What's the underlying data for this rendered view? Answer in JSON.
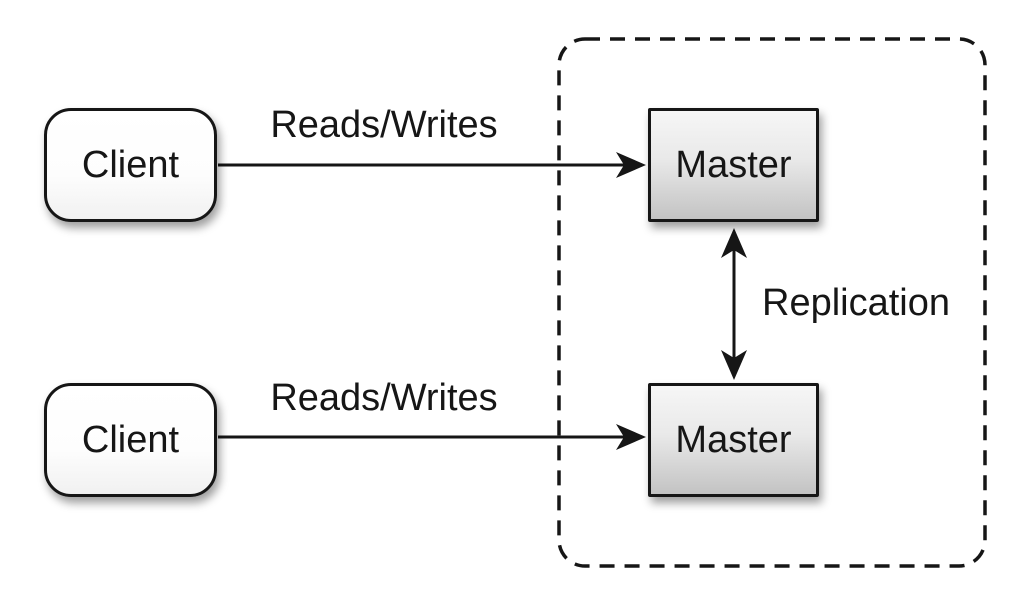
{
  "diagram": {
    "description": "Master-master replication architecture diagram",
    "nodes": {
      "client_top": {
        "label": "Client"
      },
      "client_bottom": {
        "label": "Client"
      },
      "master_top": {
        "label": "Master"
      },
      "master_bottom": {
        "label": "Master"
      }
    },
    "edge_labels": {
      "reads_writes_top": "Reads/Writes",
      "reads_writes_bottom": "Reads/Writes",
      "replication": "Replication"
    },
    "colors": {
      "background": "#ffffff",
      "line": "#161616",
      "node_border": "#161616",
      "client_fill": "#ffffff",
      "master_fill_top": "#f6f6f6",
      "master_fill_bottom": "#c3c3c3",
      "text": "#161616"
    }
  }
}
